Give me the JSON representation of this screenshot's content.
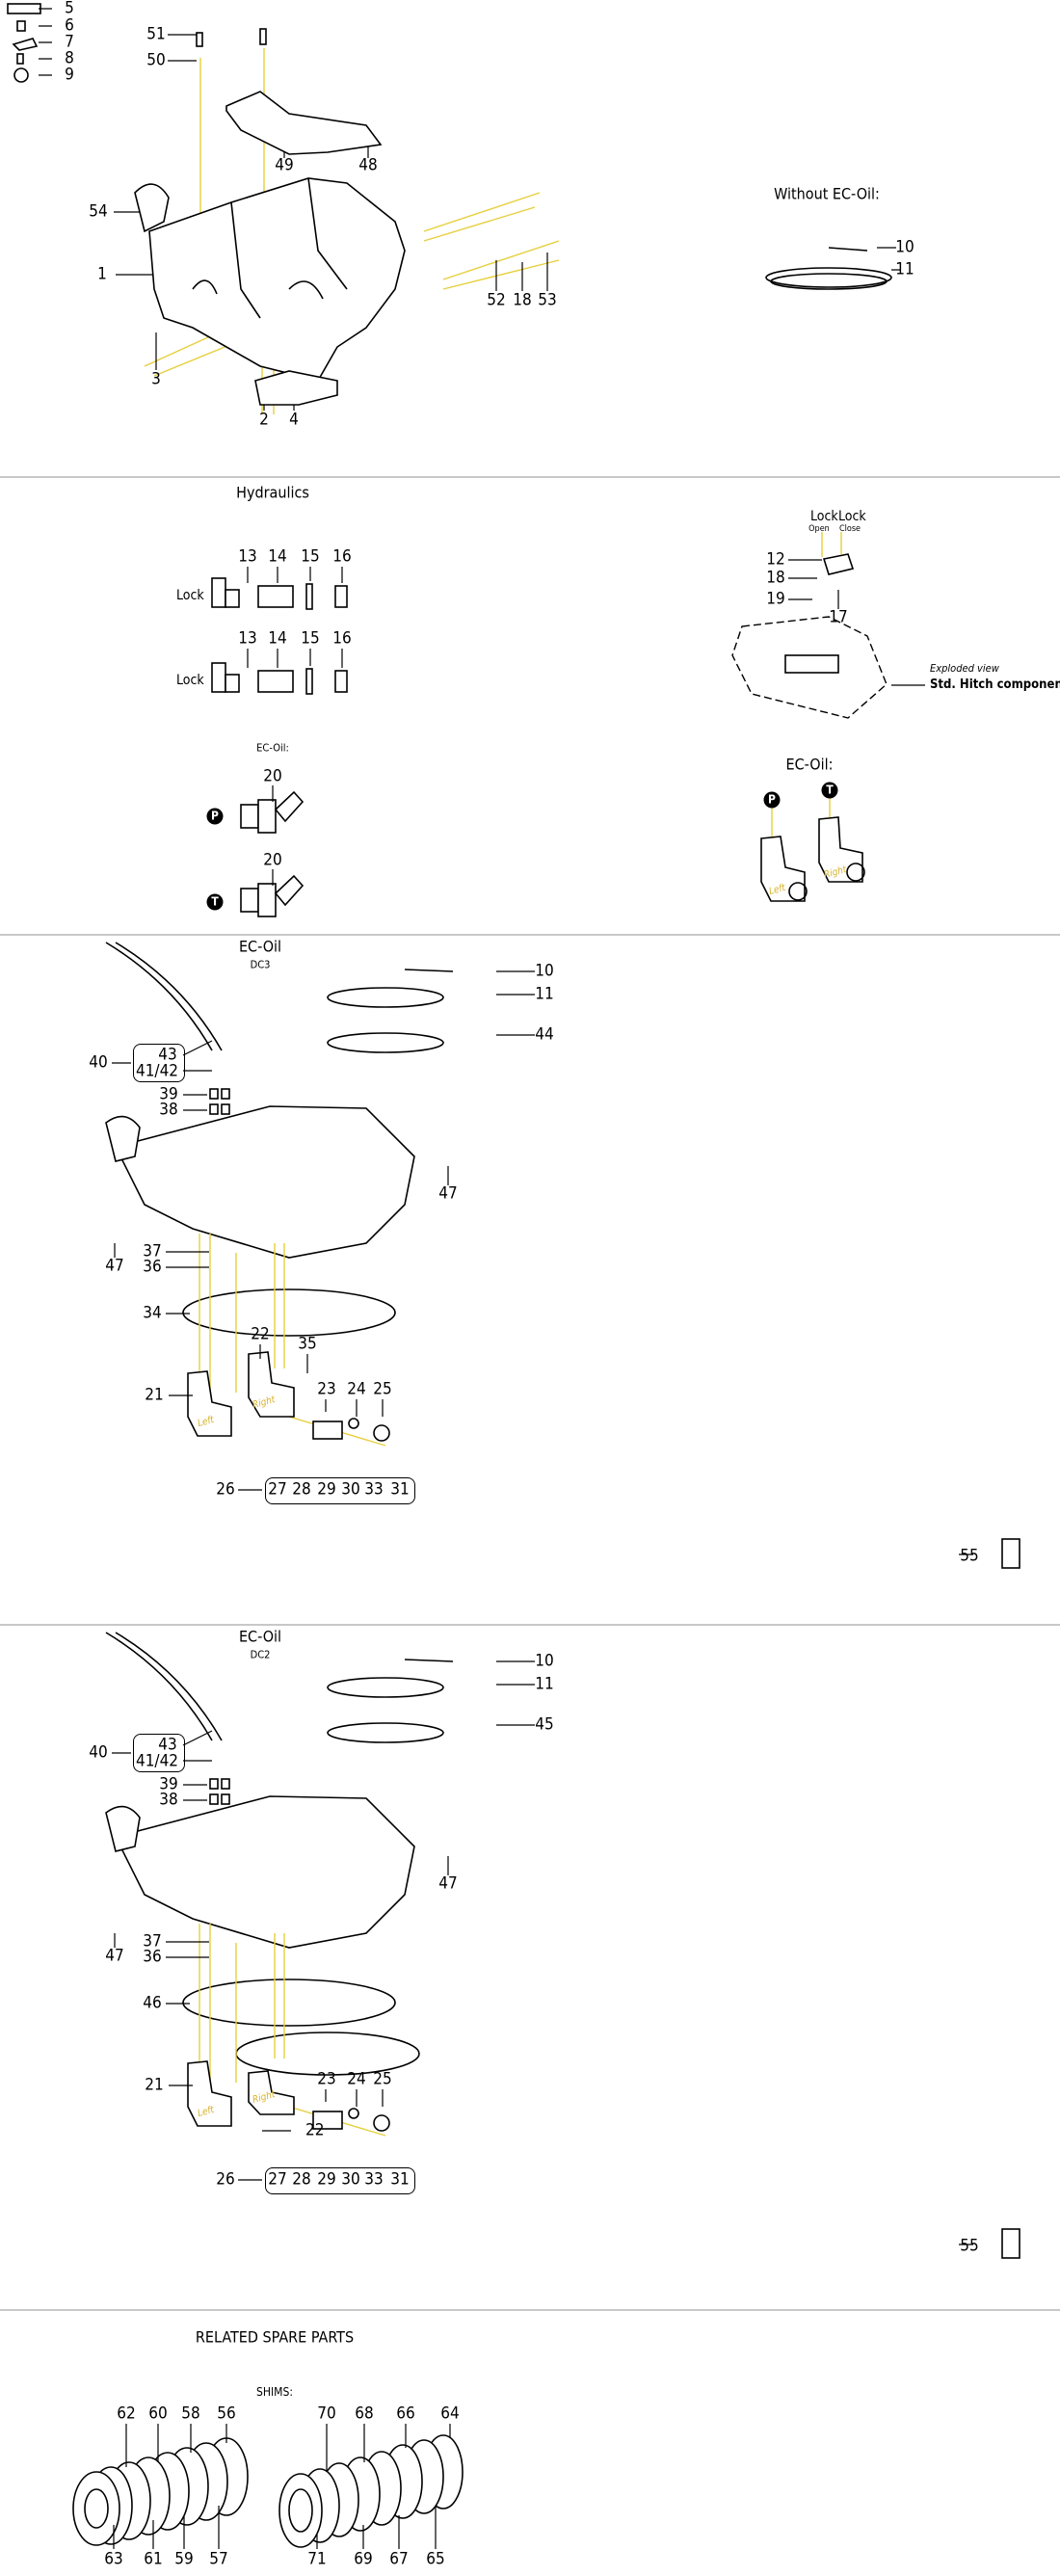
{
  "section1": {
    "callouts": [
      "5",
      "6",
      "7",
      "8",
      "9",
      "51",
      "50",
      "49",
      "48",
      "54",
      "1",
      "3",
      "52",
      "18",
      "53",
      "2",
      "4"
    ],
    "without_ec_oil": {
      "title": "Without EC-Oil:",
      "callouts": [
        "10",
        "11"
      ]
    }
  },
  "section2": {
    "title": "Hydraulics",
    "row1": {
      "lock": "Lock",
      "callouts": [
        "13",
        "14",
        "15",
        "16"
      ]
    },
    "row2": {
      "lock": "Lock",
      "callouts": [
        "13",
        "14",
        "15",
        "16"
      ]
    },
    "ec_oil_small": "EC-Oil:",
    "ports": [
      {
        "badge": "P",
        "callout": "20"
      },
      {
        "badge": "T",
        "callout": "20"
      }
    ],
    "lock_open": {
      "main": "Lock",
      "sub": "Open"
    },
    "lock_close": {
      "main": "Lock",
      "sub": "Close"
    },
    "right_callouts": [
      "12",
      "18",
      "19",
      "17"
    ],
    "exploded_view": "Exploded view",
    "std_hitch": "Std. Hitch components",
    "ec_oil": "EC-Oil:",
    "badge_p": "P",
    "badge_t": "T",
    "left_tag": "Left",
    "right_tag": "Right"
  },
  "section3": {
    "title": "EC-Oil",
    "subtitle": "DC3",
    "callouts": [
      "10",
      "11",
      "44",
      "40",
      "43",
      "41/42",
      "39",
      "38",
      "47",
      "47",
      "37",
      "36",
      "34",
      "22",
      "35",
      "21",
      "23",
      "24",
      "25",
      "26",
      "27",
      "28",
      "29",
      "30",
      "33",
      "31",
      "55"
    ],
    "left_tag": "Left",
    "right_tag": "Right"
  },
  "section4": {
    "title": "EC-Oil",
    "subtitle": "DC2",
    "callouts": [
      "10",
      "11",
      "45",
      "40",
      "43",
      "41/42",
      "39",
      "38",
      "47",
      "47",
      "37",
      "36",
      "46",
      "22",
      "21",
      "23",
      "24",
      "25",
      "26",
      "27",
      "28",
      "29",
      "30",
      "33",
      "31",
      "55"
    ],
    "left_tag": "Left",
    "right_tag": "Right"
  },
  "section5": {
    "title": "RELATED SPARE PARTS",
    "shims_label": "SHIMS:",
    "left_top": [
      "62",
      "60",
      "58",
      "56"
    ],
    "left_bottom": [
      "63",
      "61",
      "59",
      "57"
    ],
    "right_top": [
      "70",
      "68",
      "66",
      "64"
    ],
    "right_bottom": [
      "71",
      "69",
      "67",
      "65"
    ]
  },
  "colors": {
    "leader": "#e6cf3c",
    "divider": "#c8c8c8",
    "tag": "#d7b32a"
  }
}
